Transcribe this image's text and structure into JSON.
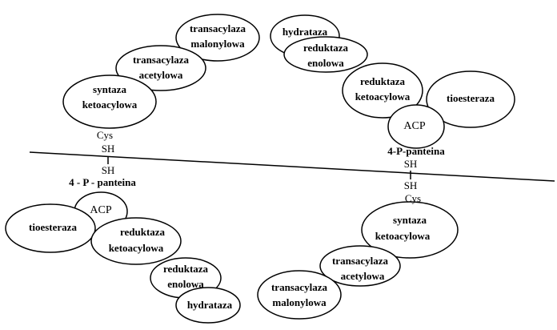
{
  "top_left_complex": {
    "enzymes": {
      "transacylaza_malonylowa": [
        "transacylaza",
        "malonylowa"
      ],
      "transacylaza_acetylowa": [
        "transacylaza",
        "acetylowa"
      ],
      "syntaza_ketoacylowa": [
        "syntaza",
        "ketoacylowa"
      ]
    },
    "cys": "Cys",
    "sh_upper": "SH",
    "sh_lower": "SH",
    "linker": "4 - P - panteina"
  },
  "top_right_complex": {
    "enzymes": {
      "hydrataza_reduktaza_enolowa": [
        "hydrataza",
        "reduktaza",
        "enolowa"
      ],
      "reduktaza_ketoacylowa": [
        "reduktaza",
        "ketoacylowa"
      ],
      "tioesteraza": "tioesteraza",
      "acp": "ACP"
    },
    "linker": "4-P-panteina",
    "sh_upper": "SH",
    "sh_lower": "SH",
    "cys": "Cys"
  },
  "bottom_left_complex": {
    "enzymes": {
      "acp": "ACP",
      "tioesteraza": "tioesteraza",
      "reduktaza_ketoacylowa": [
        "reduktaza",
        "ketoacylowa"
      ],
      "reduktaza_enolowa": [
        "reduktaza",
        "enolowa"
      ],
      "hydrataza": "hydrataza"
    }
  },
  "bottom_right_complex": {
    "enzymes": {
      "syntaza_ketoacylowa": [
        "syntaza",
        "ketoacylowa"
      ],
      "transacylaza_acetylowa": [
        "transacylaza",
        "acetylowa"
      ],
      "transacylaza_malonylowa": [
        "transacylaza",
        "malonylowa"
      ]
    }
  }
}
